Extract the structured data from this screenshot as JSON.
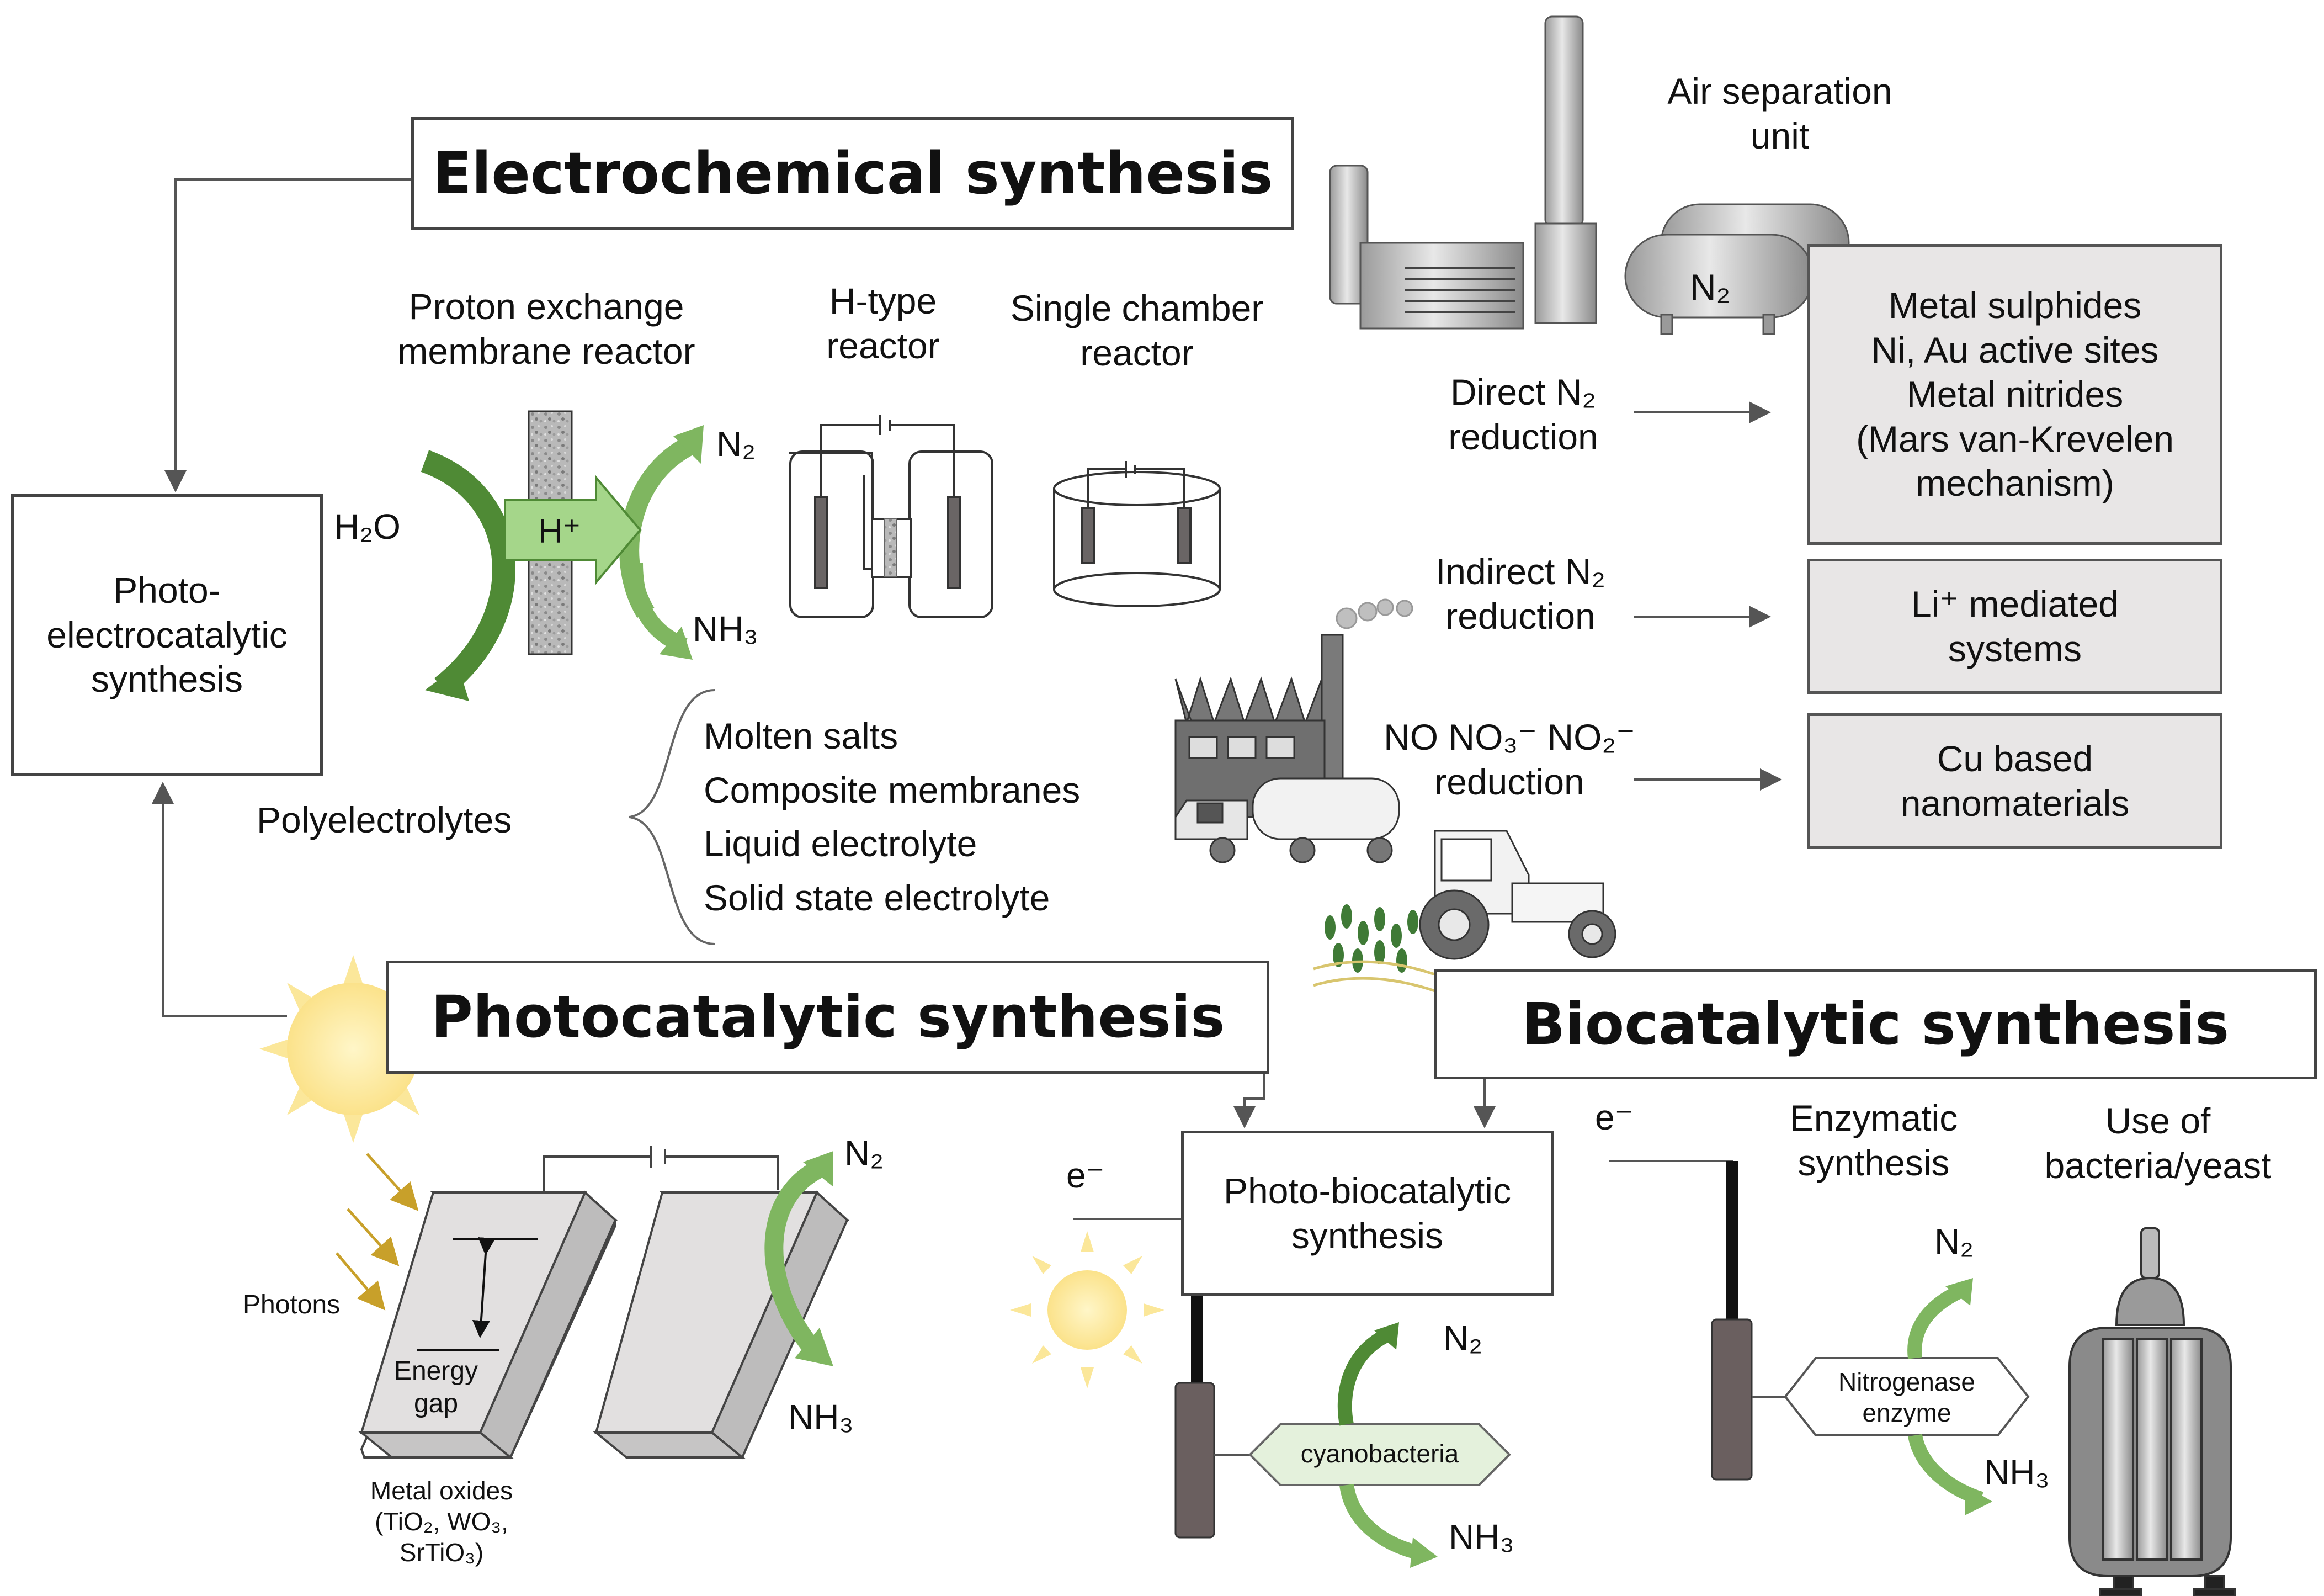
{
  "headings": {
    "electrochemical": "Electrochemical synthesis",
    "photocatalytic": "Photocatalytic synthesis",
    "biocatalytic": "Biocatalytic synthesis"
  },
  "boxes": {
    "photoelectro": [
      "Photo-",
      "electrocatalytic",
      "synthesis"
    ],
    "photobio": [
      "Photo-biocatalytic",
      "synthesis"
    ]
  },
  "reactors": {
    "pem": [
      "Proton exchange",
      "membrane reactor"
    ],
    "htype": [
      "H-type",
      "reactor"
    ],
    "single": [
      "Single chamber",
      "reactor"
    ]
  },
  "chem": {
    "h2o": "H₂O",
    "h_plus": "H⁺",
    "n2": "N₂",
    "nh3": "NH₃",
    "e_minus": "e⁻"
  },
  "electrolytes": {
    "group": "Polyelectrolytes",
    "items": [
      "Molten salts",
      "Composite membranes",
      "Liquid electrolyte",
      "Solid state electrolyte"
    ]
  },
  "air_separation": [
    "Air separation",
    "unit"
  ],
  "reductions": {
    "direct": [
      "Direct N₂",
      "reduction"
    ],
    "indirect": [
      "Indirect N₂",
      "reduction"
    ],
    "nox": [
      "NO NO₃⁻ NO₂⁻",
      "reduction"
    ]
  },
  "catalysts": {
    "metal": [
      "Metal sulphides",
      "Ni, Au active sites",
      "Metal nitrides",
      "(Mars van-Krevelen",
      "mechanism)"
    ],
    "li": [
      "Li⁺ mediated",
      "systems"
    ],
    "cu": [
      "Cu based",
      "nanomaterials"
    ]
  },
  "photo": {
    "photons": "Photons",
    "energy_gap": [
      "Energy",
      "gap"
    ],
    "metal_oxides": [
      "Metal oxides",
      "(TiO₂, WO₃,",
      "SrTiO₃)"
    ]
  },
  "bio": {
    "enzymatic": [
      "Enzymatic",
      "synthesis"
    ],
    "bacteria": [
      "Use of",
      "bacteria/yeast"
    ],
    "cyanobacteria": "cyanobacteria",
    "nitrogenase": [
      "Nitrogenase",
      "enzyme"
    ]
  },
  "colors": {
    "green_dark": "#4f8a35",
    "green_light": "#a5d68a",
    "grey_box": "#e8e6e6",
    "sun": "#fbe79a",
    "photon_arrow": "#c8a02a"
  }
}
